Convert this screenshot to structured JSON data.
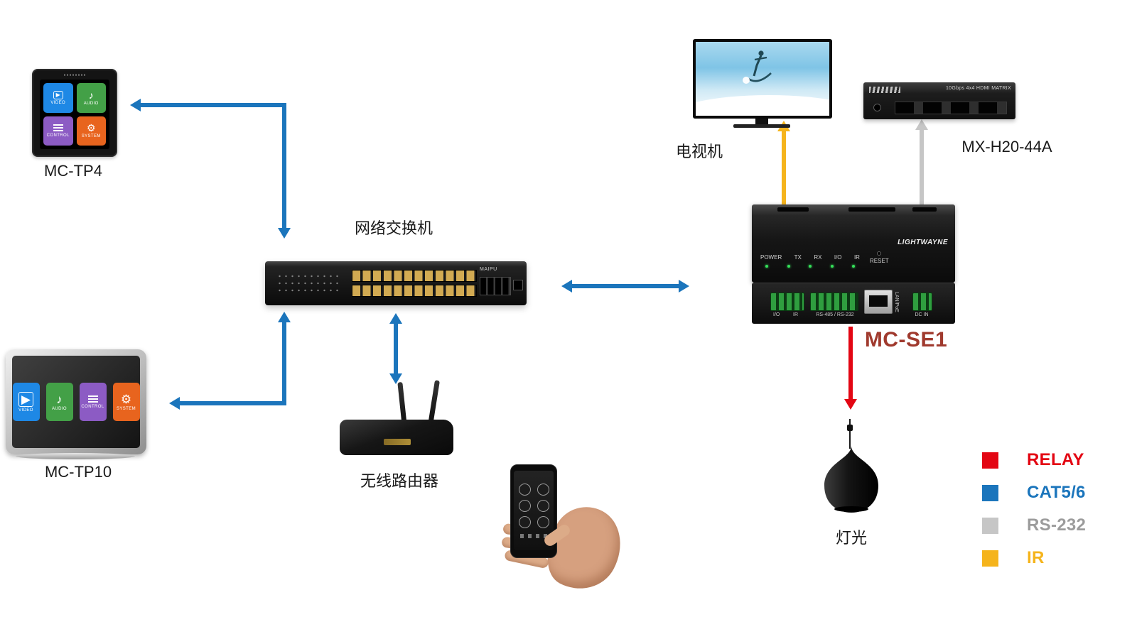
{
  "colors": {
    "relay": "#E30613",
    "cat56": "#1B75BC",
    "rs232": "#C6C6C6",
    "ir": "#F5B41C",
    "model": "#A03A2E"
  },
  "tiles": {
    "video": {
      "label": "VIDEO",
      "color": "#1E88E5",
      "glyph": "▶"
    },
    "audio": {
      "label": "AUDIO",
      "color": "#43A047",
      "glyph": "♪"
    },
    "control": {
      "label": "CONTROL",
      "color": "#8C5BC4"
    },
    "system": {
      "label": "SYSTEM",
      "color": "#E8641E",
      "glyph": "⚙"
    }
  },
  "nodes": {
    "tp4": {
      "model": "MC-TP4"
    },
    "tp10": {
      "model": "MC-TP10"
    },
    "switch": {
      "label": "网络交换机",
      "brand": "MAIPU"
    },
    "router": {
      "label": "无线路由器"
    },
    "tv": {
      "label": "电视机"
    },
    "matrix": {
      "model": "MX-H20-44A",
      "panel_text": "10Gbps 4x4 HDMI MATRIX"
    },
    "controller": {
      "model": "MC-SE1",
      "brand": "LIGHTWAYNE",
      "front_leds": [
        "POWER",
        "TX",
        "RX",
        "I/O",
        "IR"
      ],
      "reset": "RESET",
      "rear": {
        "io": "I/O",
        "ir": "IR",
        "serial": "RS-485 / RS-232",
        "lan": "LAN/PoE",
        "dc": "DC IN"
      }
    },
    "lamp": {
      "label": "灯光"
    }
  },
  "legend": {
    "items": [
      {
        "label": "RELAY",
        "swatch": "#E30613",
        "text": "#E30613"
      },
      {
        "label": "CAT5/6",
        "swatch": "#1B75BC",
        "text": "#1B75BC"
      },
      {
        "label": "RS-232",
        "swatch": "#C6C6C6",
        "text": "#9C9C9C"
      },
      {
        "label": "IR",
        "swatch": "#F5B41C",
        "text": "#F5B41C"
      }
    ]
  }
}
